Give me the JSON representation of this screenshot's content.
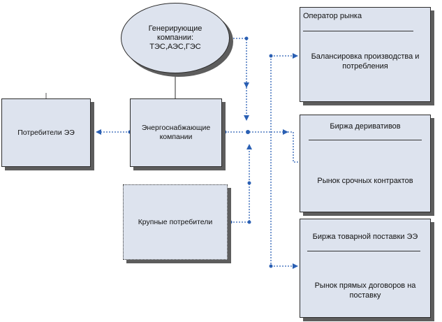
{
  "generators": {
    "line1": "Генерирующие",
    "line2": "компании:",
    "line3": "ТЭС,АЭС,ГЭС"
  },
  "consumers": {
    "label": "Потребители ЭЭ"
  },
  "supply": {
    "line1": "Энергоснабжающие",
    "line2": "компании"
  },
  "large_consumers": {
    "label": "Крупные потребители"
  },
  "market_operator": {
    "title": "Оператор рынка",
    "body": "Балансировка производства и потребления"
  },
  "derivatives_exchange": {
    "title": "Биржа деривативов",
    "body": "Рынок срочных контрактов"
  },
  "commodity_exchange": {
    "title": "Биржа товарной поставки ЭЭ",
    "body": "Рынок прямых договоров на поставку"
  }
}
